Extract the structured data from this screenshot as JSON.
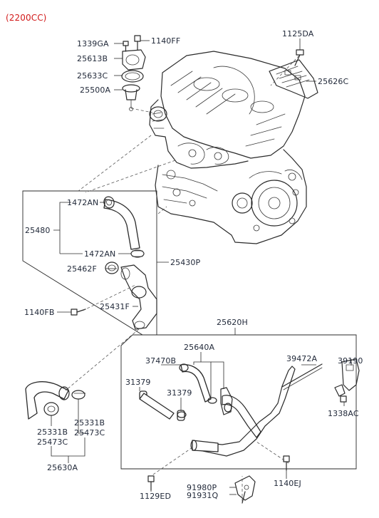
{
  "title": "(2200CC)",
  "colors": {
    "title": "#d21a1a",
    "label": "#222a3a",
    "line": "#2a2a2a"
  },
  "labels": {
    "p1339GA": "1339GA",
    "p1140FF": "1140FF",
    "p25613B": "25613B",
    "p25633C": "25633C",
    "p25500A": "25500A",
    "p1125DA": "1125DA",
    "p25626C": "25626C",
    "p1472AN_top": "1472AN",
    "p25480": "25480",
    "p1472AN_bot": "1472AN",
    "p25462F": "25462F",
    "p25430P": "25430P",
    "p1140FB": "1140FB",
    "p25431F": "25431F",
    "p25620H": "25620H",
    "p25640A": "25640A",
    "p37470B": "37470B",
    "p39472A": "39472A",
    "p39190": "39190",
    "p31379_left": "31379",
    "p31379_right": "31379",
    "p1338AC": "1338AC",
    "p25331B_right": "25331B",
    "p25473C_right": "25473C",
    "p25331B_left": "25331B",
    "p25473C_left": "25473C",
    "p25630A": "25630A",
    "p1140EJ": "1140EJ",
    "p91980P": "91980P",
    "p91931Q": "91931Q",
    "p1129ED": "1129ED"
  }
}
